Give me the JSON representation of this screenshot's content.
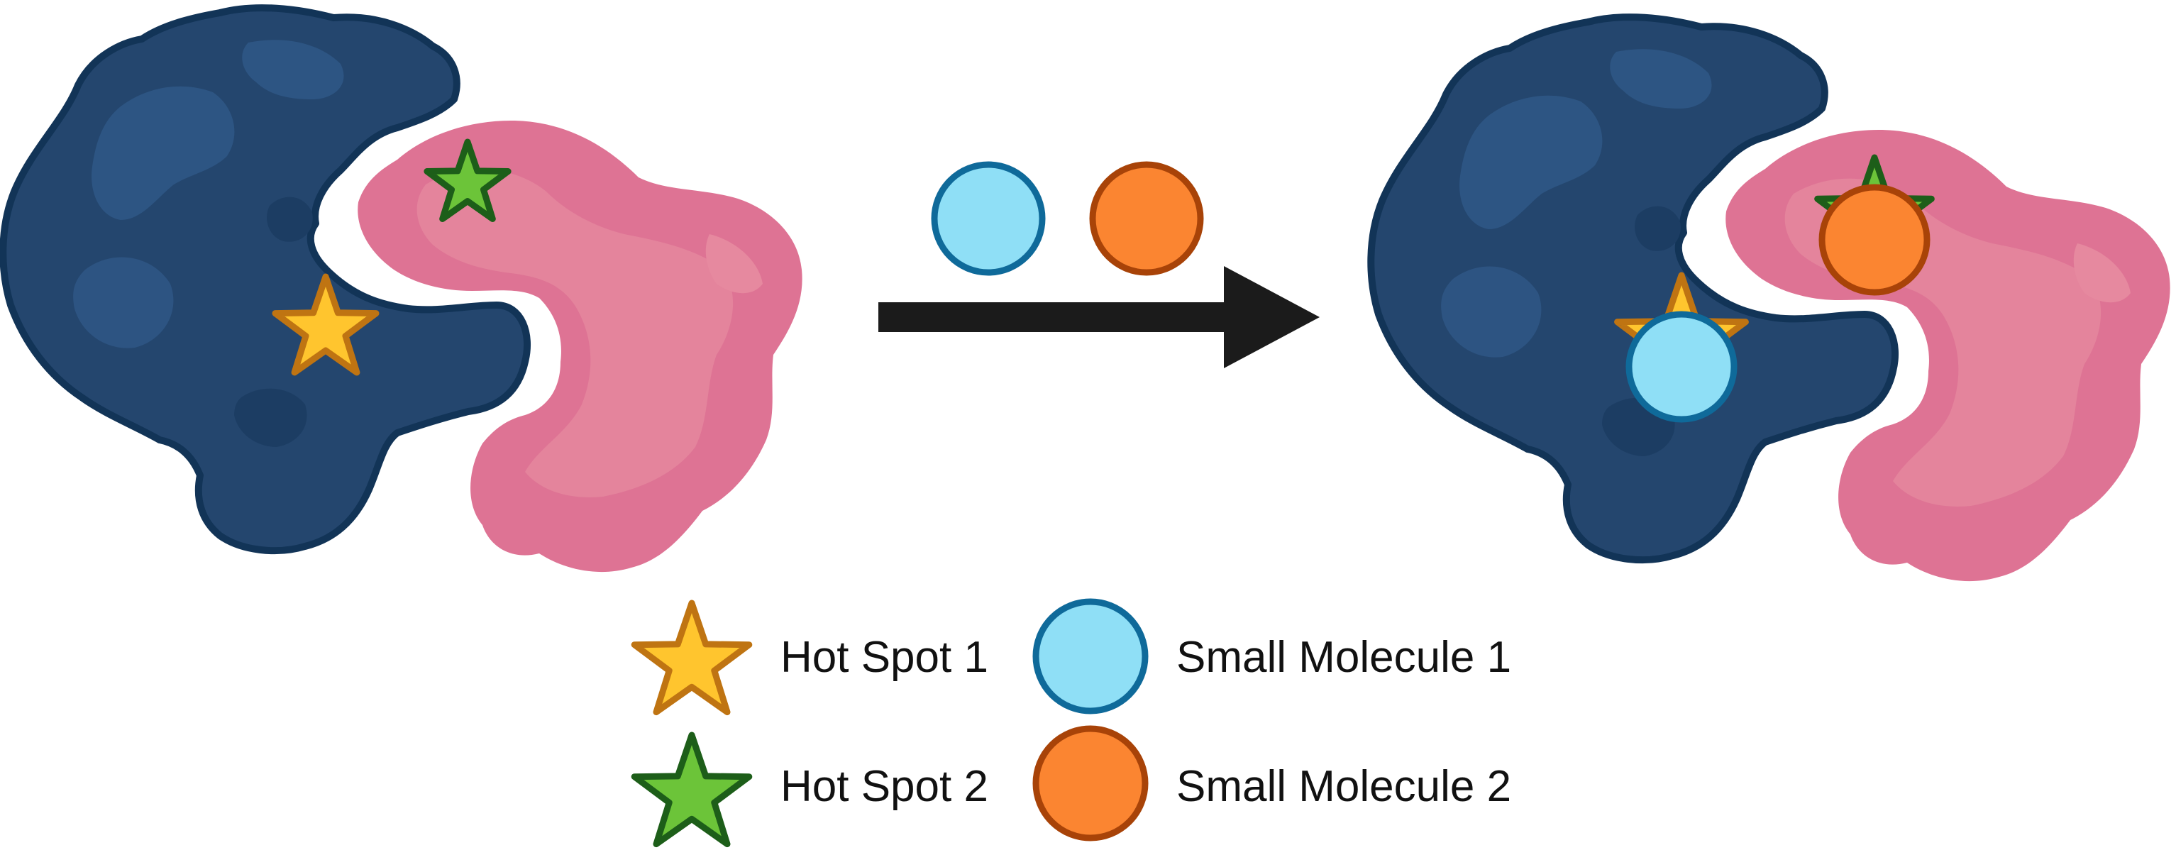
{
  "colors": {
    "protein_a": "#24466e",
    "protein_a_dark": "#123457",
    "protein_a_light": "#2f5887",
    "protein_b": "#de7394",
    "protein_b_light": "#e6899f",
    "hotspot1_fill": "#ffc52e",
    "hotspot1_stroke": "#bf7412",
    "hotspot2_fill": "#6cc439",
    "hotspot2_stroke": "#1d5e19",
    "molecule1_fill": "#8fdff6",
    "molecule1_stroke": "#0f6a9a",
    "molecule2_fill": "#fb8531",
    "molecule2_stroke": "#a84308",
    "arrow": "#1b1b1b"
  },
  "legend": {
    "hotspot1": "Hot Spot 1",
    "hotspot2": "Hot Spot 2",
    "molecule1": "Small Molecule 1",
    "molecule2": "Small Molecule 2"
  }
}
